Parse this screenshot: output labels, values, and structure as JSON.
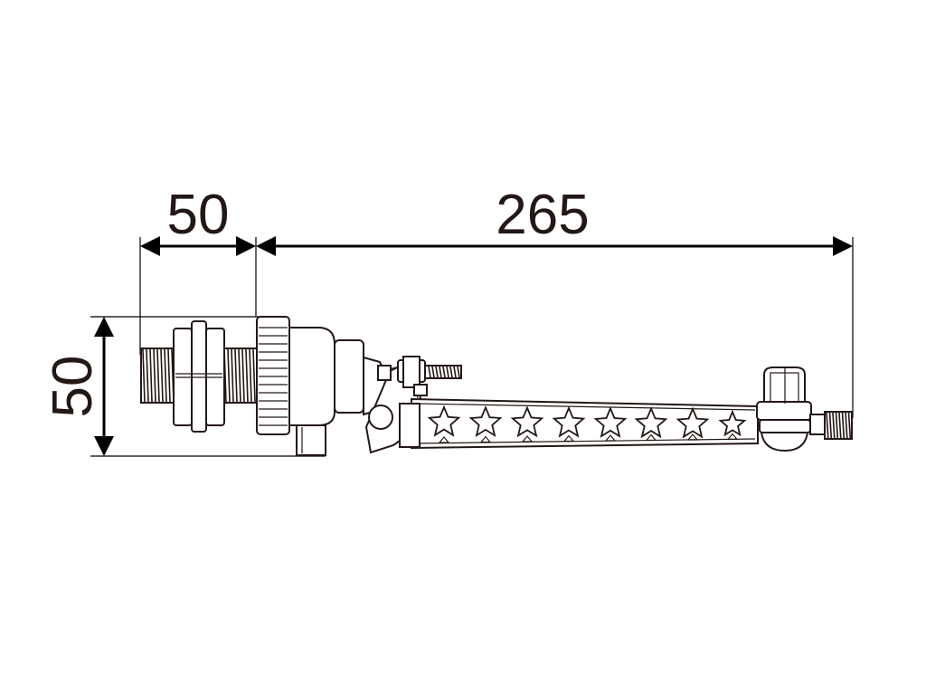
{
  "dimensions": {
    "top_left_label": "50",
    "top_right_label": "265",
    "left_vertical_label": "50"
  },
  "colors": {
    "line": "#231815",
    "dimension": "#000000",
    "background": "#ffffff"
  }
}
